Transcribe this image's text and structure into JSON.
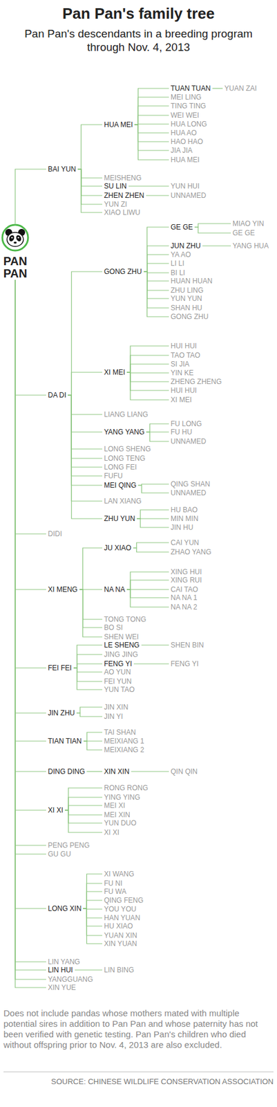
{
  "diagram": {
    "title": "Pan Pan's family tree",
    "caption": "Pan Pan's descendants in a breeding program through Nov. 4, 2013",
    "nodes": [
      {
        "text": [
          "PAN PAN"
        ]
      },
      {
        "text": [
          "BAI YUN"
        ]
      },
      {
        "text": [
          "HUA MEI"
        ]
      },
      {
        "text": [
          "TUAN TUAN"
        ]
      },
      {
        "text": [
          "YUAN ZAI"
        ]
      },
      {
        "text": [
          "MEI LING"
        ]
      },
      {
        "text": [
          "TING TING"
        ]
      },
      {
        "text": [
          "WEI WEI"
        ]
      },
      {
        "text": [
          "HUA LONG"
        ]
      },
      {
        "text": [
          "HUA AO"
        ]
      },
      {
        "text": [
          "HAO HAO"
        ]
      },
      {
        "text": [
          "JIA JIA"
        ]
      },
      {
        "text": [
          "HUA MEI"
        ]
      },
      {
        "text": [
          "MEISHENG"
        ]
      },
      {
        "text": [
          "SU LIN"
        ]
      },
      {
        "text": [
          "YUN HUI"
        ]
      },
      {
        "text": [
          "ZHEN ZHEN"
        ]
      },
      {
        "text": [
          "UNNAMED"
        ]
      },
      {
        "text": [
          "YUN ZI"
        ]
      },
      {
        "text": [
          "XIAO LIWU"
        ]
      },
      {
        "text": [
          "DA DI"
        ]
      },
      {
        "text": [
          "GONG ZHU"
        ]
      },
      {
        "text": [
          "GE GE"
        ]
      },
      {
        "text": [
          "MIAO YIN"
        ]
      },
      {
        "text": [
          "GE GE"
        ]
      },
      {
        "text": [
          "JUN ZHU"
        ]
      },
      {
        "text": [
          "YANG HUA"
        ]
      },
      {
        "text": [
          "YA AO"
        ]
      },
      {
        "text": [
          "LI LI"
        ]
      },
      {
        "text": [
          "BI LI"
        ]
      },
      {
        "text": [
          "HUAN HUAN"
        ]
      },
      {
        "text": [
          "ZHU LING"
        ]
      },
      {
        "text": [
          "YUN YUN"
        ]
      },
      {
        "text": [
          "SHAN HU"
        ]
      },
      {
        "text": [
          "GONG ZHU"
        ]
      },
      {
        "text": [
          "XI MEI"
        ]
      },
      {
        "text": [
          "HUI HUI"
        ]
      },
      {
        "text": [
          "TAO TAO"
        ]
      },
      {
        "text": [
          "SI JIA"
        ]
      },
      {
        "text": [
          "YIN KE"
        ]
      },
      {
        "text": [
          "ZHENG ZHENG"
        ]
      },
      {
        "text": [
          "HUI HUI"
        ]
      },
      {
        "text": [
          "XI MEI"
        ]
      },
      {
        "text": [
          "LIANG LIANG"
        ]
      },
      {
        "text": [
          "YANG YANG"
        ]
      },
      {
        "text": [
          "FU LONG"
        ]
      },
      {
        "text": [
          "FU HU"
        ]
      },
      {
        "text": [
          "UNNAMED"
        ]
      },
      {
        "text": [
          "LONG SHENG"
        ]
      },
      {
        "text": [
          "LONG TENG"
        ]
      },
      {
        "text": [
          "LONG FEI"
        ]
      },
      {
        "text": [
          "FUFU"
        ]
      },
      {
        "text": [
          "MEI QING"
        ]
      },
      {
        "text": [
          "QING SHAN"
        ]
      },
      {
        "text": [
          "UNNAMED"
        ]
      },
      {
        "text": [
          "LAN XIANG"
        ]
      },
      {
        "text": [
          "ZHU YUN"
        ]
      },
      {
        "text": [
          "HU BAO"
        ]
      },
      {
        "text": [
          "MIN MIN"
        ]
      },
      {
        "text": [
          "JIN HU"
        ]
      },
      {
        "text": [
          "DIDI"
        ]
      },
      {
        "text": [
          "XI MENG"
        ]
      },
      {
        "text": [
          "JU XIAO"
        ]
      },
      {
        "text": [
          "CAI YUN"
        ]
      },
      {
        "text": [
          "ZHAO YANG"
        ]
      },
      {
        "text": [
          "NA NA"
        ]
      },
      {
        "text": [
          "XING HUI"
        ]
      },
      {
        "text": [
          "XING RUI"
        ]
      },
      {
        "text": [
          "CAI TAO"
        ]
      },
      {
        "text": [
          "NA NA 1"
        ]
      },
      {
        "text": [
          "NA NA 2"
        ]
      },
      {
        "text": [
          "TONG TONG"
        ]
      },
      {
        "text": [
          "BO SI"
        ]
      },
      {
        "text": [
          "SHEN WEI"
        ]
      },
      {
        "text": [
          "FEI FEI"
        ]
      },
      {
        "text": [
          "LE SHENG"
        ]
      },
      {
        "text": [
          "SHEN BIN"
        ]
      },
      {
        "text": [
          "JING JING"
        ]
      },
      {
        "text": [
          "FENG YI"
        ]
      },
      {
        "text": [
          "FENG YI"
        ]
      },
      {
        "text": [
          "AO YUN"
        ]
      },
      {
        "text": [
          "FEI YUN"
        ]
      },
      {
        "text": [
          "YUN TAO"
        ]
      },
      {
        "text": [
          "JIN ZHU"
        ]
      },
      {
        "text": [
          "JIN XIN"
        ]
      },
      {
        "text": [
          "JIN YI"
        ]
      },
      {
        "text": [
          "TIAN TIAN"
        ]
      },
      {
        "text": [
          "TAI SHAN"
        ]
      },
      {
        "text": [
          "MEIXIANG 1"
        ]
      },
      {
        "text": [
          "MEIXIANG 2"
        ]
      },
      {
        "text": [
          "DING DING"
        ]
      },
      {
        "text": [
          "XIN XIN"
        ]
      },
      {
        "text": [
          "QIN QIN"
        ]
      },
      {
        "text": [
          "XI XI"
        ]
      },
      {
        "text": [
          "RONG RONG"
        ]
      },
      {
        "text": [
          "YING YING"
        ]
      },
      {
        "text": [
          "MEI XI"
        ]
      },
      {
        "text": [
          "MEI XIN"
        ]
      },
      {
        "text": [
          "YUN DUO"
        ]
      },
      {
        "text": [
          "XI XI"
        ]
      },
      {
        "text": [
          "PENG PENG"
        ]
      },
      {
        "text": [
          "GU GU"
        ]
      },
      {
        "text": [
          "LONG XIN"
        ]
      },
      {
        "text": [
          "XI WANG"
        ]
      },
      {
        "text": [
          "FU NI"
        ]
      },
      {
        "text": [
          "FU WA"
        ]
      },
      {
        "text": [
          "QING FENG"
        ]
      },
      {
        "text": [
          "YOU YOU"
        ]
      },
      {
        "text": [
          "HAN YUAN"
        ]
      },
      {
        "text": [
          "HU XIAO"
        ]
      },
      {
        "text": [
          "YUAN XIN"
        ]
      },
      {
        "text": [
          "XIN YUAN"
        ]
      },
      {
        "text": [
          "LIN YANG"
        ]
      },
      {
        "text": [
          "LIN HUI"
        ]
      },
      {
        "text": [
          "LIN BING"
        ]
      },
      {
        "text": [
          "YANGGUANG"
        ]
      },
      {
        "text": [
          "XIN YUE"
        ]
      }
    ],
    "edges": [
      {
        "from": 0,
        "to": 1,
        "arrow": "none"
      },
      {
        "from": 1,
        "to": 2,
        "arrow": "none"
      },
      {
        "from": 2,
        "to": 3,
        "arrow": "none"
      },
      {
        "from": 3,
        "to": 4,
        "arrow": "none"
      },
      {
        "from": 2,
        "to": 5,
        "arrow": "none"
      },
      {
        "from": 2,
        "to": 6,
        "arrow": "none"
      },
      {
        "from": 2,
        "to": 7,
        "arrow": "none"
      },
      {
        "from": 2,
        "to": 8,
        "arrow": "none"
      },
      {
        "from": 2,
        "to": 9,
        "arrow": "none"
      },
      {
        "from": 2,
        "to": 10,
        "arrow": "none"
      },
      {
        "from": 2,
        "to": 11,
        "arrow": "none"
      },
      {
        "from": 2,
        "to": 12,
        "arrow": "none"
      },
      {
        "from": 1,
        "to": 13,
        "arrow": "none"
      },
      {
        "from": 1,
        "to": 14,
        "arrow": "none"
      },
      {
        "from": 14,
        "to": 15,
        "arrow": "none"
      },
      {
        "from": 1,
        "to": 16,
        "arrow": "none"
      },
      {
        "from": 16,
        "to": 17,
        "arrow": "none"
      },
      {
        "from": 1,
        "to": 18,
        "arrow": "none"
      },
      {
        "from": 1,
        "to": 19,
        "arrow": "none"
      },
      {
        "from": 0,
        "to": 20,
        "arrow": "none"
      },
      {
        "from": 20,
        "to": 21,
        "arrow": "none"
      },
      {
        "from": 21,
        "to": 22,
        "arrow": "none"
      },
      {
        "from": 22,
        "to": 23,
        "arrow": "none"
      },
      {
        "from": 22,
        "to": 24,
        "arrow": "none"
      },
      {
        "from": 21,
        "to": 25,
        "arrow": "none"
      },
      {
        "from": 25,
        "to": 26,
        "arrow": "none"
      },
      {
        "from": 21,
        "to": 27,
        "arrow": "none"
      },
      {
        "from": 21,
        "to": 28,
        "arrow": "none"
      },
      {
        "from": 21,
        "to": 29,
        "arrow": "none"
      },
      {
        "from": 21,
        "to": 30,
        "arrow": "none"
      },
      {
        "from": 21,
        "to": 31,
        "arrow": "none"
      },
      {
        "from": 21,
        "to": 32,
        "arrow": "none"
      },
      {
        "from": 21,
        "to": 33,
        "arrow": "none"
      },
      {
        "from": 21,
        "to": 34,
        "arrow": "none"
      },
      {
        "from": 20,
        "to": 35,
        "arrow": "none"
      },
      {
        "from": 35,
        "to": 36,
        "arrow": "none"
      },
      {
        "from": 35,
        "to": 37,
        "arrow": "none"
      },
      {
        "from": 35,
        "to": 38,
        "arrow": "none"
      },
      {
        "from": 35,
        "to": 39,
        "arrow": "none"
      },
      {
        "from": 35,
        "to": 40,
        "arrow": "none"
      },
      {
        "from": 35,
        "to": 41,
        "arrow": "none"
      },
      {
        "from": 35,
        "to": 42,
        "arrow": "none"
      },
      {
        "from": 20,
        "to": 43,
        "arrow": "none"
      },
      {
        "from": 20,
        "to": 44,
        "arrow": "none"
      },
      {
        "from": 44,
        "to": 45,
        "arrow": "none"
      },
      {
        "from": 44,
        "to": 46,
        "arrow": "none"
      },
      {
        "from": 44,
        "to": 47,
        "arrow": "none"
      },
      {
        "from": 20,
        "to": 48,
        "arrow": "none"
      },
      {
        "from": 20,
        "to": 49,
        "arrow": "none"
      },
      {
        "from": 20,
        "to": 50,
        "arrow": "none"
      },
      {
        "from": 20,
        "to": 51,
        "arrow": "none"
      },
      {
        "from": 20,
        "to": 52,
        "arrow": "none"
      },
      {
        "from": 52,
        "to": 53,
        "arrow": "none"
      },
      {
        "from": 52,
        "to": 54,
        "arrow": "none"
      },
      {
        "from": 20,
        "to": 55,
        "arrow": "none"
      },
      {
        "from": 20,
        "to": 56,
        "arrow": "none"
      },
      {
        "from": 56,
        "to": 57,
        "arrow": "none"
      },
      {
        "from": 56,
        "to": 58,
        "arrow": "none"
      },
      {
        "from": 56,
        "to": 59,
        "arrow": "none"
      },
      {
        "from": 0,
        "to": 60,
        "arrow": "none"
      },
      {
        "from": 0,
        "to": 61,
        "arrow": "none"
      },
      {
        "from": 61,
        "to": 62,
        "arrow": "none"
      },
      {
        "from": 62,
        "to": 63,
        "arrow": "none"
      },
      {
        "from": 62,
        "to": 64,
        "arrow": "none"
      },
      {
        "from": 61,
        "to": 65,
        "arrow": "none"
      },
      {
        "from": 65,
        "to": 66,
        "arrow": "none"
      },
      {
        "from": 65,
        "to": 67,
        "arrow": "none"
      },
      {
        "from": 65,
        "to": 68,
        "arrow": "none"
      },
      {
        "from": 65,
        "to": 69,
        "arrow": "none"
      },
      {
        "from": 65,
        "to": 70,
        "arrow": "none"
      },
      {
        "from": 61,
        "to": 71,
        "arrow": "none"
      },
      {
        "from": 61,
        "to": 72,
        "arrow": "none"
      },
      {
        "from": 61,
        "to": 73,
        "arrow": "none"
      },
      {
        "from": 0,
        "to": 74,
        "arrow": "none"
      },
      {
        "from": 74,
        "to": 75,
        "arrow": "none"
      },
      {
        "from": 75,
        "to": 76,
        "arrow": "none"
      },
      {
        "from": 74,
        "to": 77,
        "arrow": "none"
      },
      {
        "from": 74,
        "to": 78,
        "arrow": "none"
      },
      {
        "from": 78,
        "to": 79,
        "arrow": "none"
      },
      {
        "from": 74,
        "to": 80,
        "arrow": "none"
      },
      {
        "from": 74,
        "to": 81,
        "arrow": "none"
      },
      {
        "from": 74,
        "to": 82,
        "arrow": "none"
      },
      {
        "from": 0,
        "to": 83,
        "arrow": "none"
      },
      {
        "from": 83,
        "to": 84,
        "arrow": "none"
      },
      {
        "from": 83,
        "to": 85,
        "arrow": "none"
      },
      {
        "from": 0,
        "to": 86,
        "arrow": "none"
      },
      {
        "from": 86,
        "to": 87,
        "arrow": "none"
      },
      {
        "from": 86,
        "to": 88,
        "arrow": "none"
      },
      {
        "from": 86,
        "to": 89,
        "arrow": "none"
      },
      {
        "from": 0,
        "to": 90,
        "arrow": "none"
      },
      {
        "from": 90,
        "to": 91,
        "arrow": "none"
      },
      {
        "from": 91,
        "to": 92,
        "arrow": "none"
      },
      {
        "from": 0,
        "to": 93,
        "arrow": "none"
      },
      {
        "from": 93,
        "to": 94,
        "arrow": "none"
      },
      {
        "from": 93,
        "to": 95,
        "arrow": "none"
      },
      {
        "from": 93,
        "to": 96,
        "arrow": "none"
      },
      {
        "from": 93,
        "to": 97,
        "arrow": "none"
      },
      {
        "from": 93,
        "to": 98,
        "arrow": "none"
      },
      {
        "from": 93,
        "to": 99,
        "arrow": "none"
      },
      {
        "from": 0,
        "to": 100,
        "arrow": "none"
      },
      {
        "from": 0,
        "to": 101,
        "arrow": "none"
      },
      {
        "from": 0,
        "to": 102,
        "arrow": "none"
      },
      {
        "from": 102,
        "to": 103,
        "arrow": "none"
      },
      {
        "from": 102,
        "to": 104,
        "arrow": "none"
      },
      {
        "from": 102,
        "to": 105,
        "arrow": "none"
      },
      {
        "from": 102,
        "to": 106,
        "arrow": "none"
      },
      {
        "from": 102,
        "to": 107,
        "arrow": "none"
      },
      {
        "from": 102,
        "to": 108,
        "arrow": "none"
      },
      {
        "from": 102,
        "to": 109,
        "arrow": "none"
      },
      {
        "from": 102,
        "to": 110,
        "arrow": "none"
      },
      {
        "from": 102,
        "to": 111,
        "arrow": "none"
      },
      {
        "from": 0,
        "to": 112,
        "arrow": "none"
      },
      {
        "from": 0,
        "to": 113,
        "arrow": "none"
      },
      {
        "from": 113,
        "to": 114,
        "arrow": "none"
      },
      {
        "from": 0,
        "to": 115,
        "arrow": "none"
      },
      {
        "from": 0,
        "to": 116,
        "arrow": "none"
      }
    ],
    "labels": [
      "Does not include pandas whose mothers mated with multiple potential sires in addition to Pan Pan and whose paternity has not been verified with genetic testing. Pan Pan's children who died without offspring prior to Nov. 4, 2013 are also excluded.",
      "SOURCE: CHINESE WILDLIFE CONSERVATION ASSOCIATION"
    ]
  }
}
